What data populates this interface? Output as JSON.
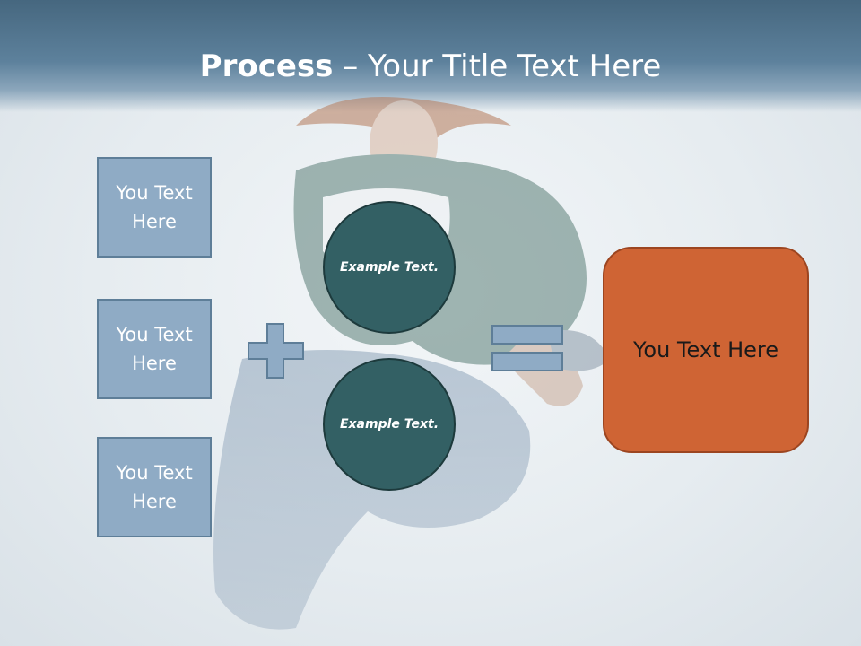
{
  "title": {
    "bold": "Process",
    "separator": " – ",
    "rest": "Your Title Text Here"
  },
  "left_boxes": [
    {
      "text": "You Text Here"
    },
    {
      "text": "You Text Here"
    },
    {
      "text": "You Text Here"
    }
  ],
  "circles": [
    {
      "text": "Example Text."
    },
    {
      "text": "Example Text."
    }
  ],
  "result": {
    "text": "You Text Here"
  },
  "colors": {
    "header": "#5d819c",
    "box_fill": "#8fabc5",
    "circle_fill": "#336064",
    "result_fill": "#cf6434"
  },
  "icons": {
    "plus": "plus-icon",
    "equals": "equals-icon"
  }
}
